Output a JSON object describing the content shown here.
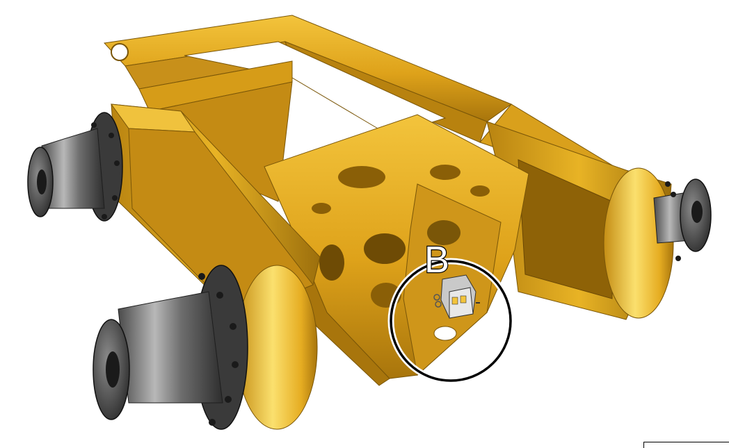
{
  "figure": {
    "subject": "frame-assembly",
    "callouts": [
      {
        "label": "B",
        "target": "component-detail"
      }
    ]
  },
  "colors": {
    "frame_yellow": "#e3a91c",
    "frame_shadow": "#9c6f0c",
    "frame_highlight": "#f7d35a",
    "hub_dark": "#2e2e2e",
    "hub_mid": "#6e6e6e",
    "hub_light": "#b8b8b8",
    "callout_stroke": "#000000",
    "background": "#ffffff"
  }
}
